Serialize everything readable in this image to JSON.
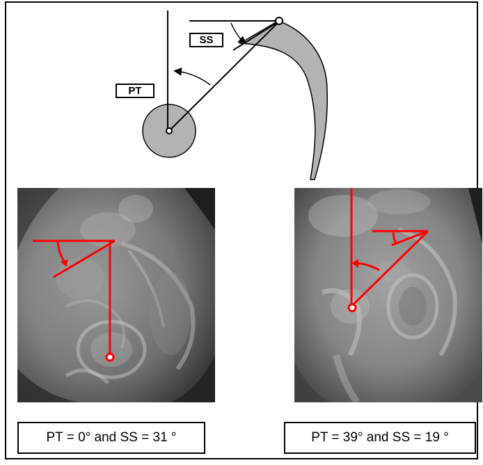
{
  "schematic": {
    "ss_label": "SS",
    "pt_label": "PT",
    "fill_color": "#b3b3b3",
    "line_color": "#000000"
  },
  "left_case": {
    "caption": "PT = 0° and SS = 31 °",
    "pt_degrees": 0,
    "ss_degrees": 31,
    "overlay_color": "#ff0000"
  },
  "right_case": {
    "caption": "PT = 39° and SS = 19 °",
    "pt_degrees": 39,
    "ss_degrees": 19,
    "overlay_color": "#ff0000"
  }
}
